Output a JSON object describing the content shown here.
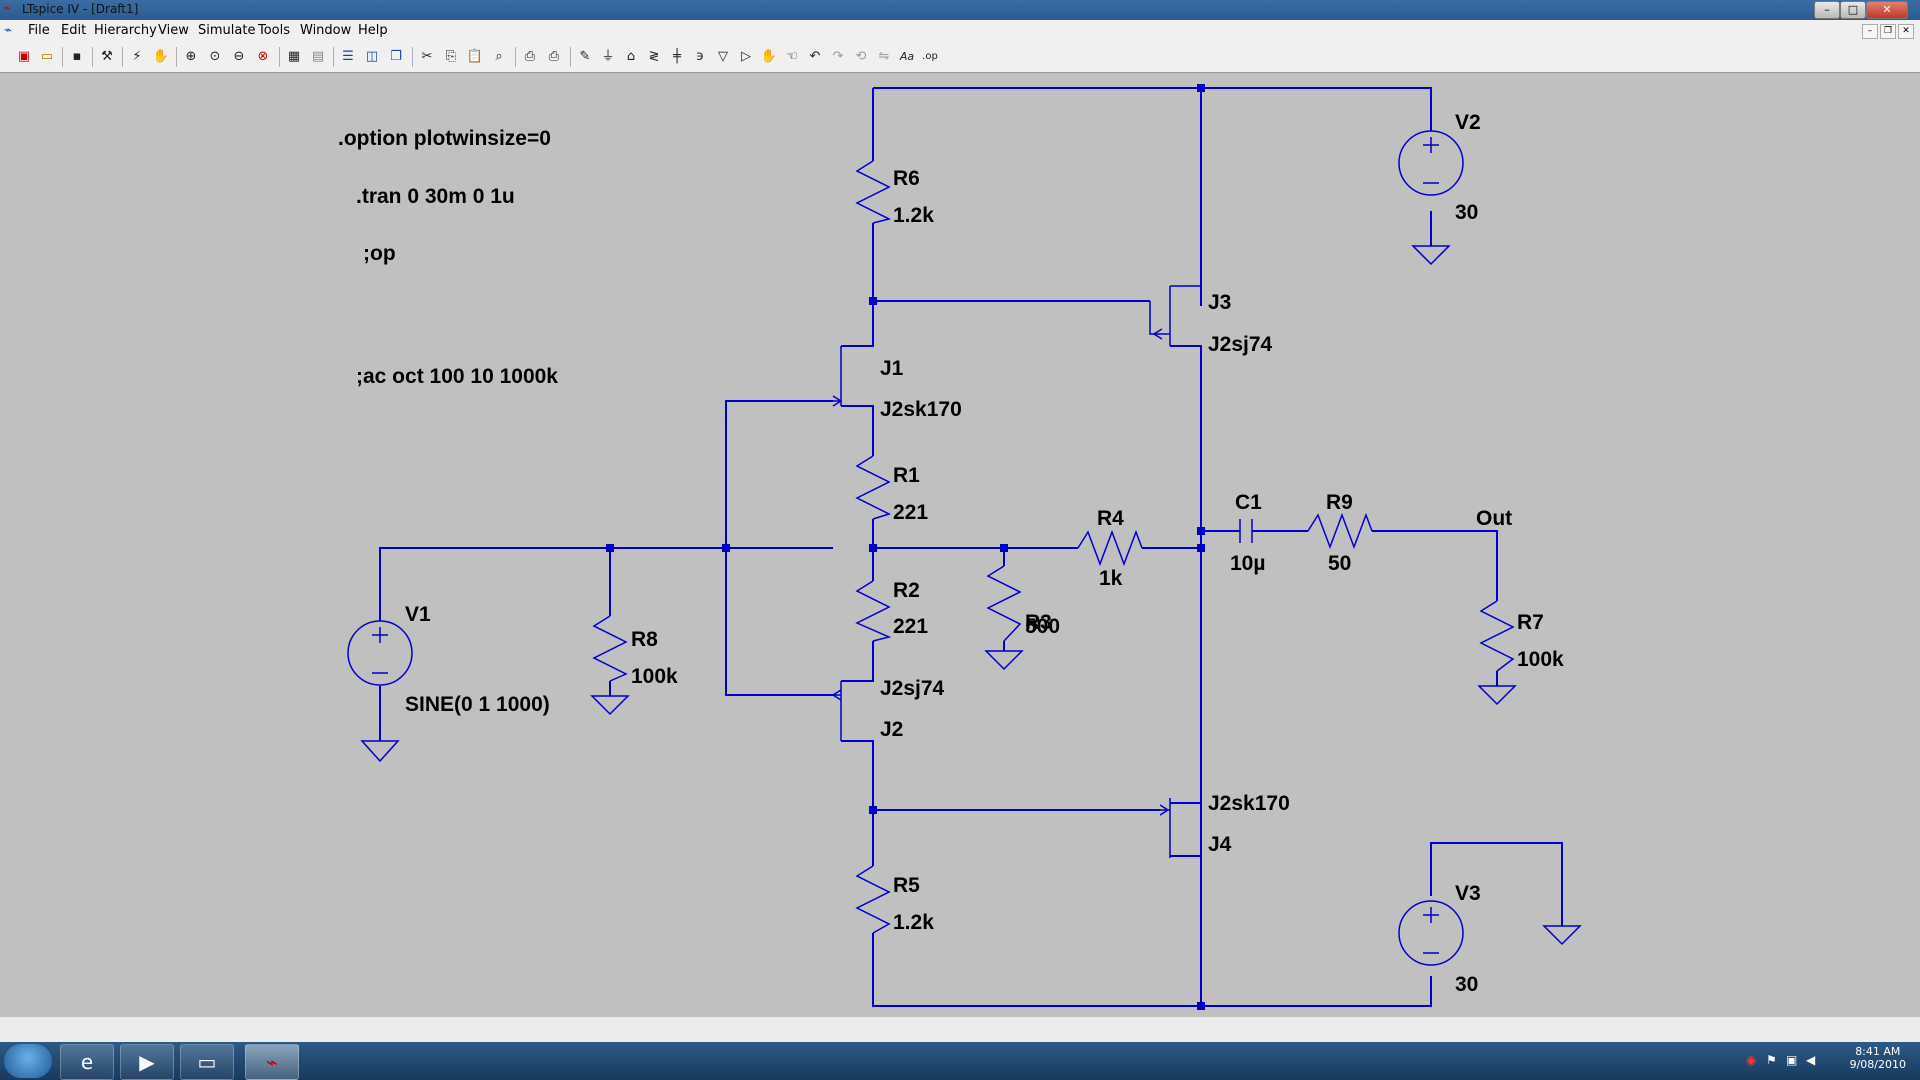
{
  "window": {
    "title": "LTspice IV - [Draft1]",
    "min": "–",
    "max": "□",
    "close": "✕"
  },
  "menu": [
    "File",
    "Edit",
    "Hierarchy",
    "View",
    "Simulate",
    "Tools",
    "Window",
    "Help"
  ],
  "toolbar_icons": [
    "new-schematic-icon",
    "open-icon",
    "save-icon",
    "control-panel-icon",
    "run-icon",
    "halt-icon",
    "zoom-in-icon",
    "zoom-pan-icon",
    "zoom-out-icon",
    "zoom-fit-icon",
    "autorange-icon",
    "fft-icon",
    "tile-horizontal-icon",
    "tile-vertical-icon",
    "cascade-icon",
    "cut-icon",
    "copy-icon",
    "paste-icon",
    "find-icon",
    "print-icon",
    "print-preview-icon",
    "wire-icon",
    "ground-icon",
    "label-icon",
    "resistor-icon",
    "capacitor-icon",
    "inductor-icon",
    "diode-icon",
    "component-icon",
    "move-icon",
    "drag-icon",
    "undo-icon",
    "redo-icon",
    "rotate-icon",
    "mirror-icon",
    "text-icon",
    "spice-directive-icon"
  ],
  "directives": [
    ".option plotwinsize=0",
    ".tran 0 30m 0 1u",
    ";op",
    ";ac oct 100 10 1000k"
  ],
  "components": {
    "R6": {
      "name": "R6",
      "value": "1.2k"
    },
    "R1": {
      "name": "R1",
      "value": "221"
    },
    "R2": {
      "name": "R2",
      "value": "221"
    },
    "R5": {
      "name": "R5",
      "value": "1.2k"
    },
    "R3": {
      "name": "R3",
      "value": "500"
    },
    "R4": {
      "name": "R4",
      "value": "1k"
    },
    "R8": {
      "name": "R8",
      "value": "100k"
    },
    "R7": {
      "name": "R7",
      "value": "100k"
    },
    "R9": {
      "name": "R9",
      "value": "50"
    },
    "C1": {
      "name": "C1",
      "value": "10µ"
    },
    "J1": {
      "name": "J1",
      "value": "J2sk170"
    },
    "J2": {
      "name": "J2",
      "value": "J2sj74"
    },
    "J3": {
      "name": "J3",
      "value": "J2sj74"
    },
    "J4": {
      "name": "J4",
      "value": "J2sk170"
    },
    "V1": {
      "name": "V1",
      "value": "SINE(0 1 1000)"
    },
    "V2": {
      "name": "V2",
      "value": "30"
    },
    "V3": {
      "name": "V3",
      "value": "30"
    }
  },
  "net_label": "Out",
  "taskbar": {
    "time": "8:41 AM",
    "date": "9/08/2010"
  },
  "colors": {
    "wire": "#0000cc",
    "canvas": "#c0c0c0"
  }
}
